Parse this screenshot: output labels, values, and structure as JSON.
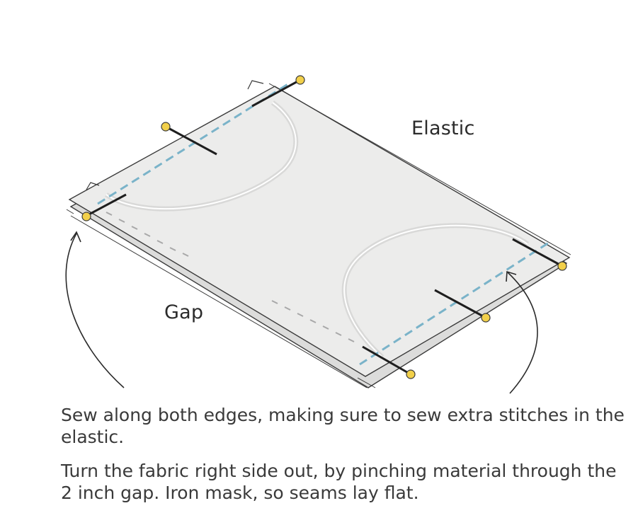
{
  "labels": {
    "elastic": "Elastic",
    "gap": "Gap"
  },
  "instructions": [
    "Sew along both edges, making sure to sew extra stitches in the elastic.",
    "Turn the fabric right side out, by pinching material through the 2 inch gap. Iron mask, so seams lay flat."
  ],
  "colors": {
    "fabric": "#ececeb",
    "fabric_edge": "#dcdcdb",
    "outline": "#3a3a3a",
    "stitch": "#7ab3c9",
    "pin_head": "#f2d04a",
    "elastic": "#d9d9d8"
  }
}
